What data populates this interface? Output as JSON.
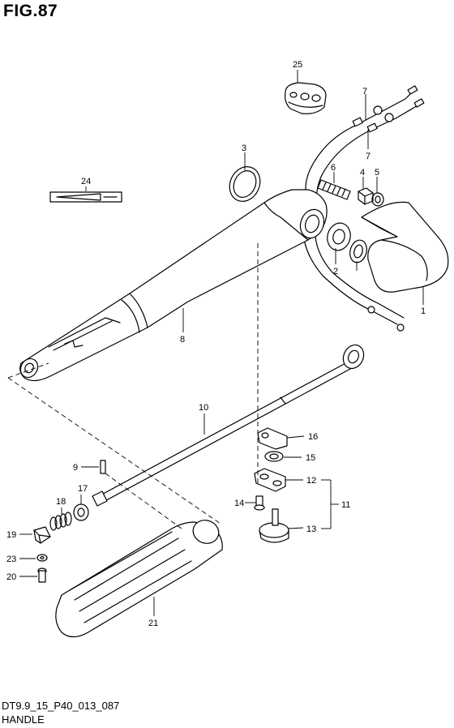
{
  "figure": {
    "title": "FIG.87"
  },
  "footer": {
    "code": "DT9.9_15_P40_013_087",
    "caption": "HANDLE"
  },
  "callouts": [
    "1",
    "2",
    "3",
    "4",
    "5",
    "6",
    "7",
    "7",
    "8",
    "9",
    "10",
    "11",
    "12",
    "13",
    "14",
    "15",
    "16",
    "17",
    "18",
    "19",
    "20",
    "21",
    "22",
    "23",
    "24",
    "25"
  ]
}
